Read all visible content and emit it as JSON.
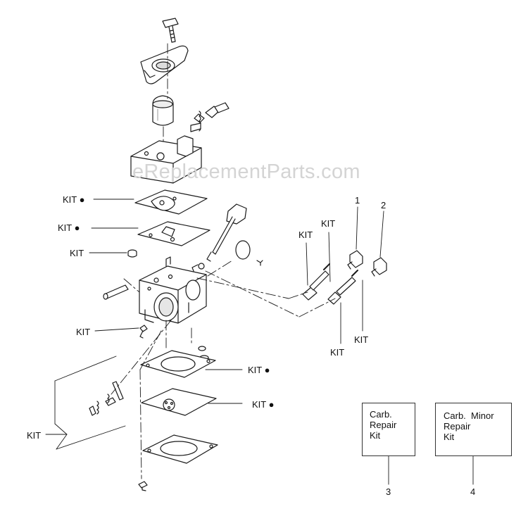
{
  "watermark": "eReplacementParts.com",
  "kit_label": "KIT",
  "kit_label_dot": "KIT ●",
  "callouts": {
    "c1": "1",
    "c2": "2",
    "c3": "3",
    "c4": "4"
  },
  "box3": {
    "line1": "Carb.",
    "line2": "Repair",
    "line3": "Kit"
  },
  "box4": {
    "line1": "Carb.  Minor",
    "line2": "Repair",
    "line3": "Kit"
  },
  "colors": {
    "line": "#1a1a1a",
    "part_fill": "#ffffff",
    "shade": "#9a9a9a",
    "watermark": "#d4d4d4"
  }
}
